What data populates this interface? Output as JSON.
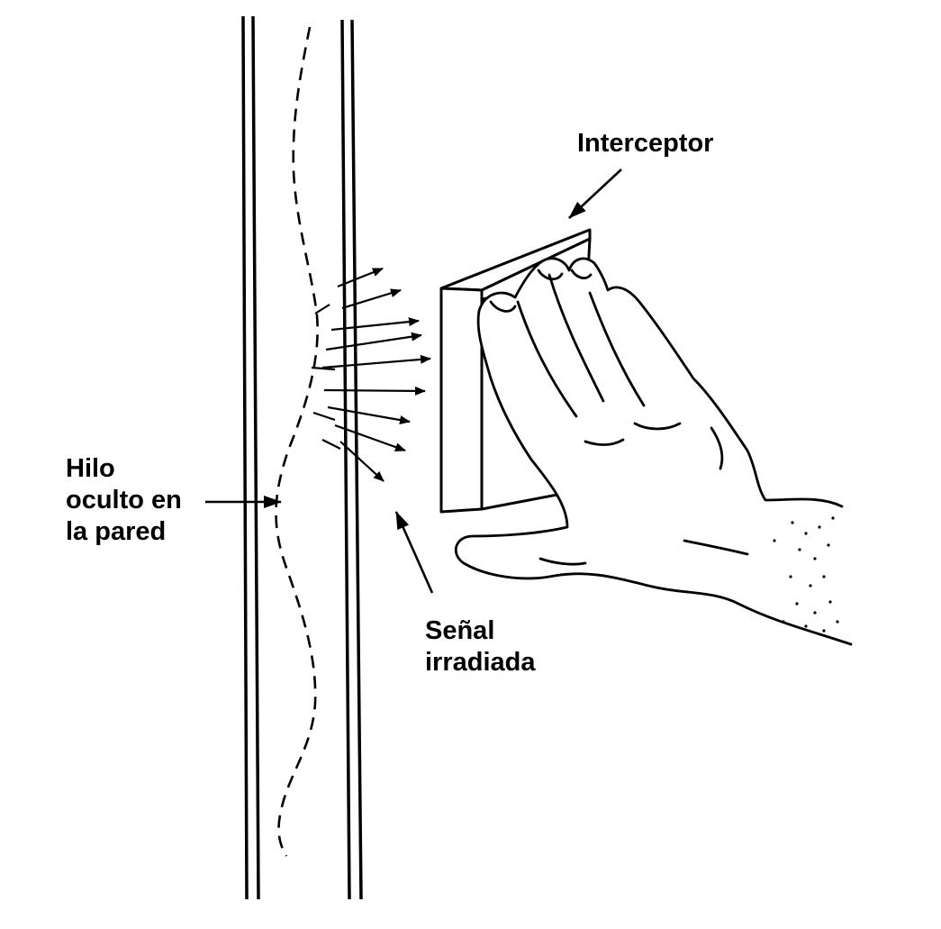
{
  "labels": {
    "interceptor": "Interceptor",
    "hidden_wire": [
      "Hilo",
      "oculto en",
      "la pared"
    ],
    "radiated_signal": [
      "Señal",
      "irradiada"
    ]
  },
  "colors": {
    "ink": "#000000",
    "background": "#ffffff"
  },
  "figure_elements": [
    "wall",
    "hidden-wire",
    "radiated-signal-arrows",
    "interceptor-device",
    "hand"
  ]
}
